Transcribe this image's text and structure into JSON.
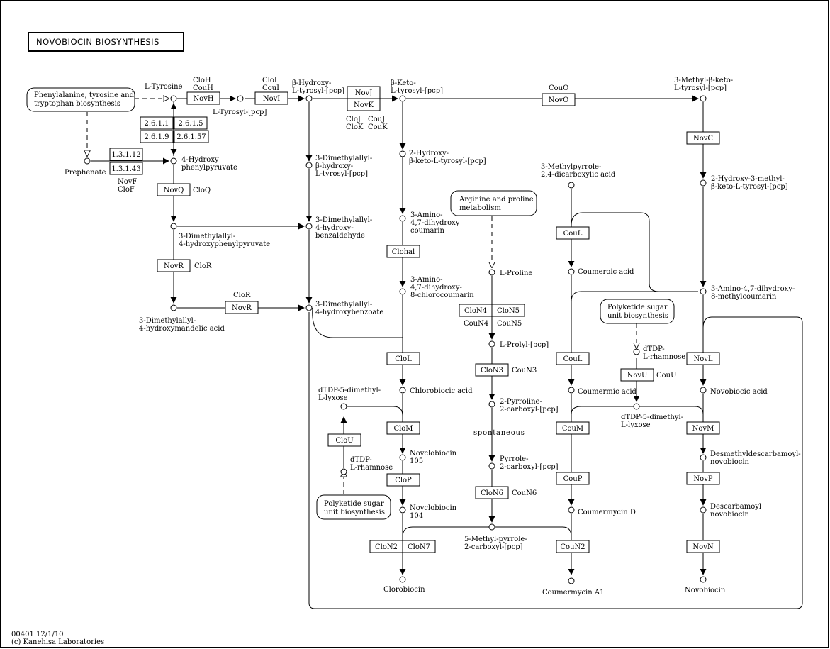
{
  "title": "NOVOBIOCIN BIOSYNTHESIS",
  "footer": {
    "line1": "00401 12/1/10",
    "line2": "(c) Kanehisa Laboratories"
  },
  "maps": {
    "phe_tyr_trp": [
      "Phenylalanine, tyrosine and",
      "tryptophan biosynthesis"
    ],
    "arg_pro": [
      "Arginine and proline",
      "metabolism"
    ],
    "polyketide_a": [
      "Polyketide sugar",
      "unit biosynthesis"
    ],
    "polyketide_b": [
      "Polyketide sugar",
      "unit biosynthesis"
    ]
  },
  "enzymes": {
    "novH": "NovH",
    "novI": "NovI",
    "novJ": "NovJ",
    "novK": "NovK",
    "novO": "NovO",
    "novC": "NovC",
    "novQ": "NovQ",
    "novR1": "NovR",
    "novR2": "NovR",
    "ec_2611": "2.6.1.1",
    "ec_2615": "2.6.1.5",
    "ec_2619": "2.6.1.9",
    "ec_26157": "2.6.1.57",
    "ec_13112": "1.3.1.12",
    "ec_13143": "1.3.1.43",
    "clohal": "Clohal",
    "cloL": "CloL",
    "cloM": "CloM",
    "cloP": "CloP",
    "cloU": "CloU",
    "cloN2": "CloN2",
    "cloN7": "CloN7",
    "cloN4": "CloN4",
    "cloN5": "CloN5",
    "cloN3": "CloN3",
    "cloN6": "CloN6",
    "couL1": "CouL",
    "couL2": "CouL",
    "couM": "CouM",
    "couP": "CouP",
    "couN2": "CouN2",
    "novU": "NovU",
    "novL": "NovL",
    "novM": "NovM",
    "novP": "NovP",
    "novN": "NovN"
  },
  "gene_labels": {
    "cloH": "CloH",
    "couH": "CouH",
    "cloI": "CloI",
    "couI": "CouI",
    "cloJ": "CloJ",
    "couJ": "CouJ",
    "cloK": "CloK",
    "couK": "CouK",
    "couO": "CouO",
    "novF": "NovF",
    "cloF": "CloF",
    "cloQ": "CloQ",
    "cloR1": "CloR",
    "cloR2": "CloR",
    "couN4": "CouN4",
    "couN5": "CouN5",
    "couN3": "CouN3",
    "couN6": "CouN6",
    "couU": "CouU",
    "spontaneous": "spontaneous"
  },
  "compounds": {
    "l_tyrosine": "L-Tyrosine",
    "l_tyrosyl_pcp": "L-Tyrosyl-[pcp]",
    "b_hydroxy": [
      "β-Hydroxy-",
      "L-tyrosyl-[pcp]"
    ],
    "b_keto": [
      "β-Keto-",
      "L-tyrosyl-[pcp]"
    ],
    "methyl_b_keto": [
      "3-Methyl-β-keto-",
      "L-tyrosyl-[pcp]"
    ],
    "prephenate": "Prephenate",
    "hydroxyphenylpyruvate": [
      "4-Hydroxy",
      "phenylpyruvate"
    ],
    "dma_hydroxyphenylpyruvate": [
      "3-Dimethylallyl-",
      "4-hydroxyphenylpyruvate"
    ],
    "dma_hydroxymandelic": [
      "3-Dimethylallyl-",
      "4-hydroxymandelic acid"
    ],
    "dma_b_hydroxy": [
      "3-Dimethylallyl-",
      "β-hydroxy-",
      "L-tyrosyl-[pcp]"
    ],
    "dma_benzaldehyde": [
      "3-Dimethylallyl-",
      "4-hydroxy-",
      "benzaldehyde"
    ],
    "dma_benzoate": [
      "3-Dimethylallyl-",
      "4-hydroxybenzoate"
    ],
    "hydroxy_b_keto": [
      "2-Hydroxy-",
      "β-keto-L-tyrosyl-[pcp]"
    ],
    "amino_coumarin": [
      "3-Amino-",
      "4,7-dihydroxy",
      "coumarin"
    ],
    "amino_chlorocoumarin": [
      "3-Amino-",
      "4,7-dihydroxy-",
      "8-chlorocoumarin"
    ],
    "hydroxy_methyl_b_keto": [
      "2-Hydroxy-3-methyl-",
      "β-keto-L-tyrosyl-[pcp]"
    ],
    "amino_methylcoumarin": [
      "3-Amino-4,7-dihydroxy-",
      "8-methylcoumarin"
    ],
    "methylpyrrole": [
      "3-Methylpyrrole-",
      "2,4-dicarboxylic acid"
    ],
    "coumeroic": "Coumeroic acid",
    "l_proline": "L-Proline",
    "l_prolyl": "L-Prolyl-[pcp]",
    "pyrroline": [
      "2-Pyrroline-",
      "2-carboxyl-[pcp]"
    ],
    "pyrrole": [
      "Pyrrole-",
      "2-carboxyl-[pcp]"
    ],
    "methylpyrrole_carboxyl": [
      "5-Methyl-pyrrole-",
      "2-carboxyl-[pcp]"
    ],
    "chlorobiocic": "Chlorobiocic acid",
    "dtdp_dml_left": [
      "dTDP-5-dimethyl-",
      "L-lyxose"
    ],
    "dtdp_rham_left": [
      "dTDP-",
      "L-rhamnose"
    ],
    "novclobiocin105": [
      "Novclobiocin",
      "105"
    ],
    "novclobiocin104": [
      "Novclobiocin",
      "104"
    ],
    "clorobiocin": "Clorobiocin",
    "coumermic": "Coumermic acid",
    "coumermycin_d": "Coumermycin D",
    "coumermycin_a1": "Coumermycin A1",
    "dtdp_rham_right": [
      "dTDP-",
      "L-rhamnose"
    ],
    "dtdp_dml_right": [
      "dTDP-5-dimethyl-",
      "L-lyxose"
    ],
    "novobiocic": "Novobiocic acid",
    "desmethyl": [
      "Desmethyldescarbamoyl-",
      "novobiocin"
    ],
    "descarbamoyl": [
      "Descarbamoyl",
      "novobiocin"
    ],
    "novobiocin": "Novobiocin"
  }
}
